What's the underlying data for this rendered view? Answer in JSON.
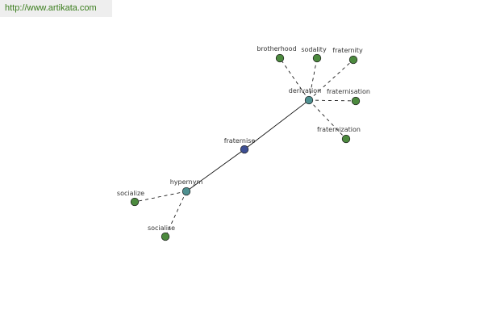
{
  "header": {
    "url": "http://www.artikata.com"
  },
  "colors": {
    "center_node": "#3d4f93",
    "relation_node": "#4f9191",
    "leaf_node": "#4c8a3e",
    "edge": "#000000"
  },
  "graph": {
    "nodes": [
      {
        "id": "fraternise",
        "label": "fraternise",
        "kind": "center"
      },
      {
        "id": "derivation",
        "label": "derivation",
        "kind": "relation"
      },
      {
        "id": "hypernym",
        "label": "hypernym",
        "kind": "relation"
      },
      {
        "id": "brotherhood",
        "label": "brotherhood",
        "kind": "leaf"
      },
      {
        "id": "sodality",
        "label": "sodality",
        "kind": "leaf"
      },
      {
        "id": "fraternity",
        "label": "fraternity",
        "kind": "leaf"
      },
      {
        "id": "fraternisation",
        "label": "fraternisation",
        "kind": "leaf"
      },
      {
        "id": "fraternization",
        "label": "fraternization",
        "kind": "leaf"
      },
      {
        "id": "socialize",
        "label": "socialize",
        "kind": "leaf"
      },
      {
        "id": "socialise",
        "label": "socialise",
        "kind": "leaf"
      }
    ],
    "edges": [
      {
        "from": "fraternise",
        "to": "derivation",
        "style": "solid"
      },
      {
        "from": "fraternise",
        "to": "hypernym",
        "style": "solid"
      },
      {
        "from": "derivation",
        "to": "brotherhood",
        "style": "dashed"
      },
      {
        "from": "derivation",
        "to": "sodality",
        "style": "dashed"
      },
      {
        "from": "derivation",
        "to": "fraternity",
        "style": "dashed"
      },
      {
        "from": "derivation",
        "to": "fraternisation",
        "style": "dashed"
      },
      {
        "from": "derivation",
        "to": "fraternization",
        "style": "dashed"
      },
      {
        "from": "hypernym",
        "to": "socialize",
        "style": "dashed"
      },
      {
        "from": "hypernym",
        "to": "socialise",
        "style": "dashed"
      }
    ]
  }
}
